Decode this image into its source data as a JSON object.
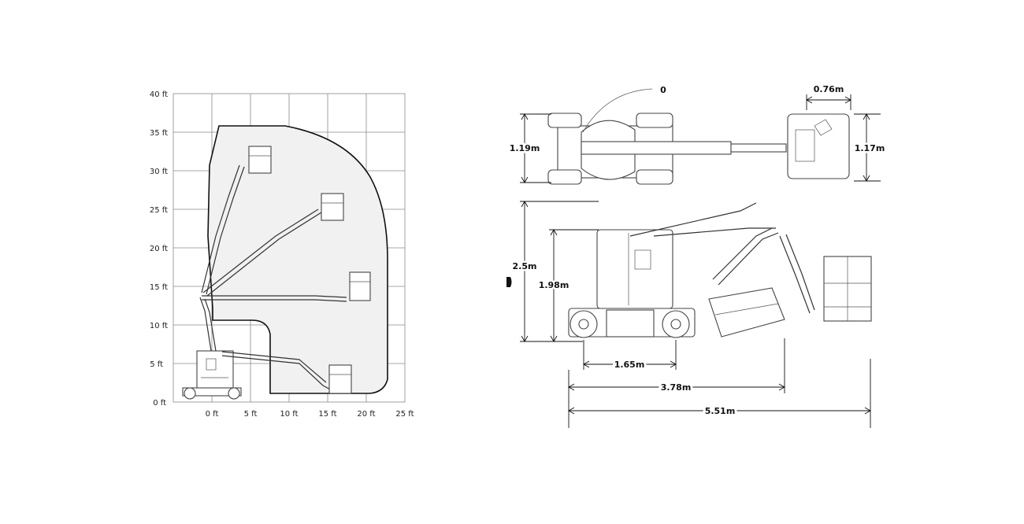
{
  "working_envelope": {
    "y_ticks": [
      "40 ft",
      "35 ft",
      "30 ft",
      "25 ft",
      "20 ft",
      "15 ft",
      "10 ft",
      "5 ft",
      "0 ft"
    ],
    "x_ticks": [
      "0 ft",
      "5 ft",
      "10 ft",
      "15 ft",
      "20 ft",
      "25 ft"
    ]
  },
  "dimensions": {
    "top_view": {
      "turning": "0",
      "platform_depth": "0.76m",
      "chassis_width": "1.19m",
      "platform_width": "1.17m"
    },
    "side_view": {
      "max_height": "2.5m",
      "stowed_height": "1.98m",
      "wheelbase": "1.65m",
      "stowed_length": "3.78m",
      "overall_length": "5.51m"
    }
  },
  "colors": {
    "envelope_fill": "#f1f1f1",
    "line": "#111111",
    "grid": "#8a8a8a"
  }
}
